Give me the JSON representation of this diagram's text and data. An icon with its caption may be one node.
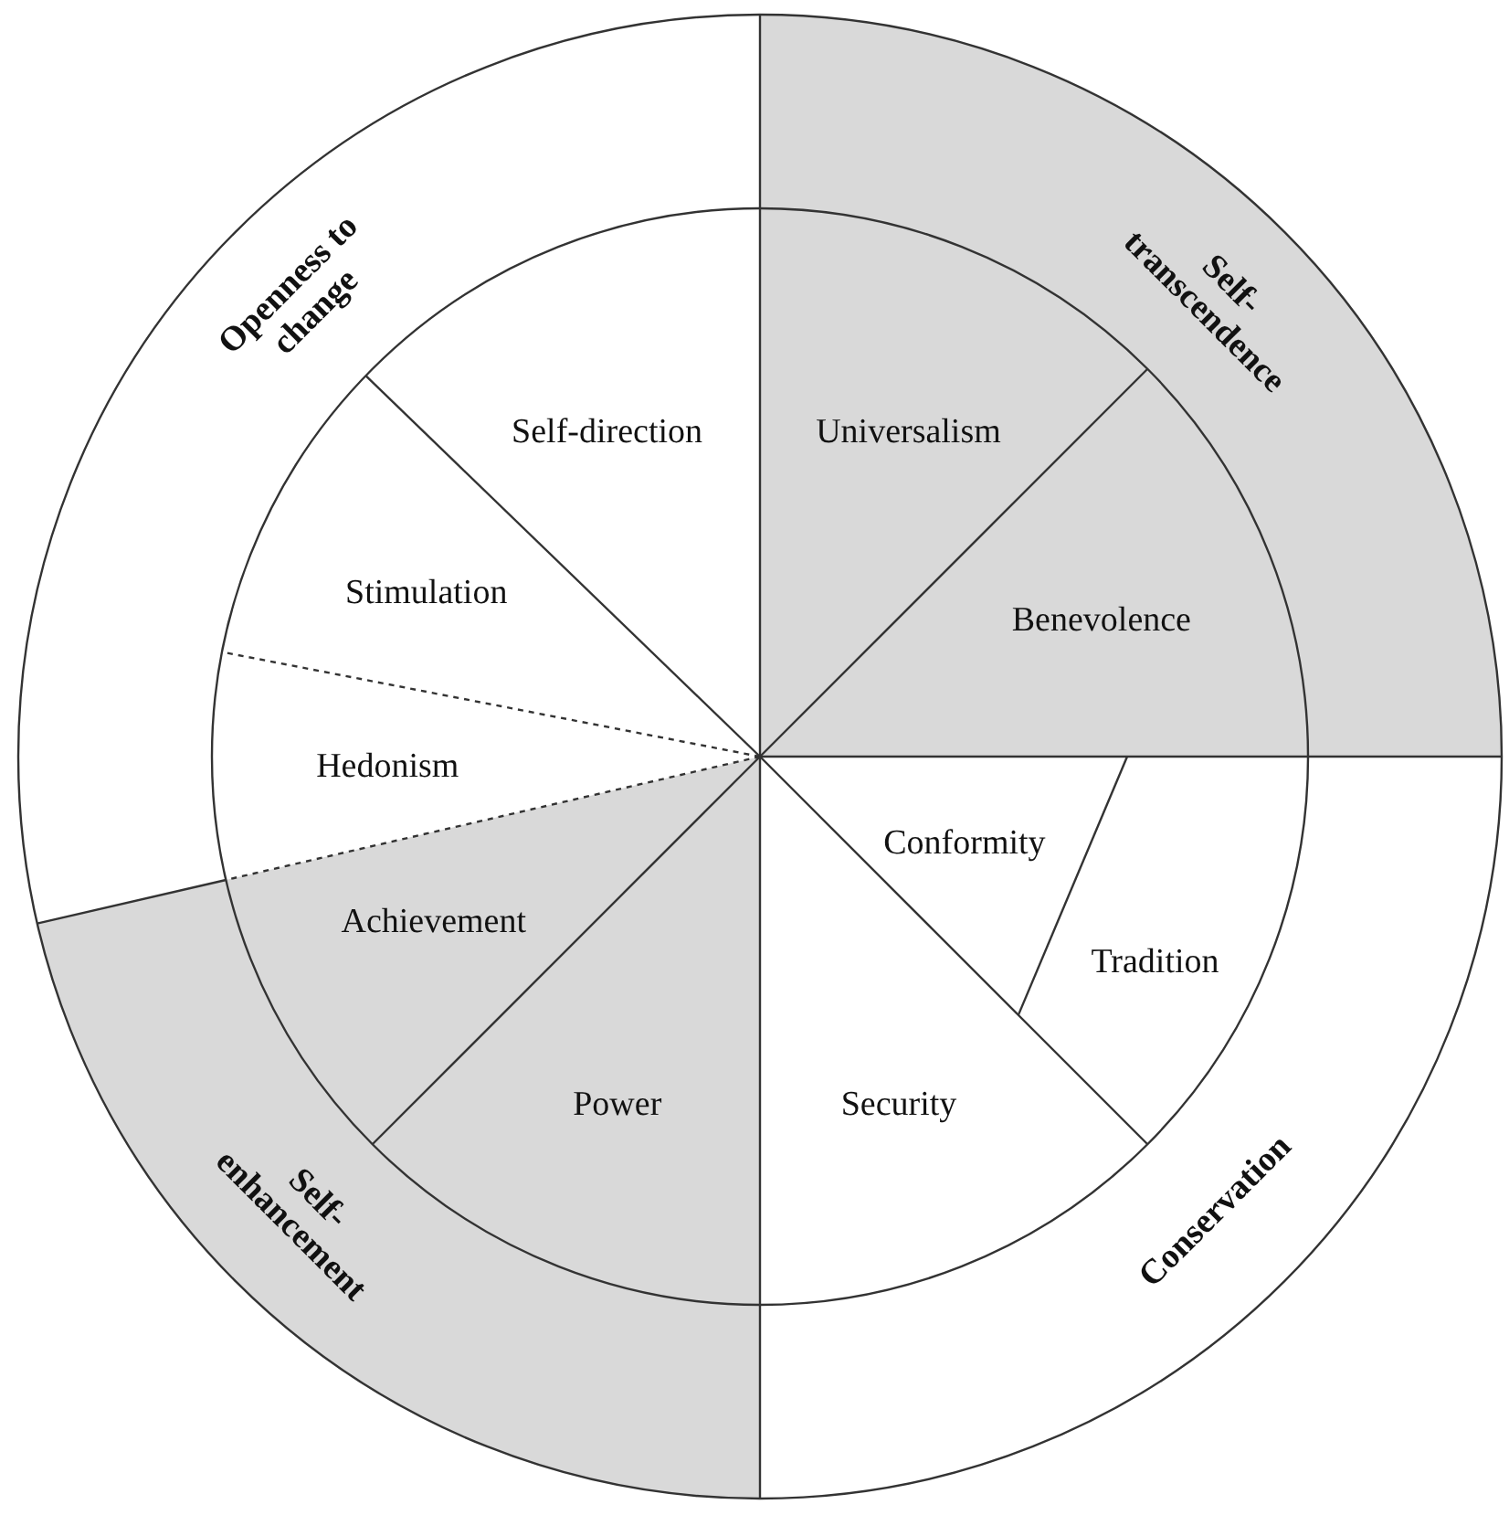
{
  "diagram": {
    "nodes": [
      {
        "text": [
          "Openness to change"
        ]
      },
      {
        "text": [
          "Self-transcendence"
        ]
      },
      {
        "text": [
          "Self-direction"
        ]
      },
      {
        "text": [
          "Universalism"
        ]
      },
      {
        "text": [
          "Stimulation"
        ]
      },
      {
        "text": [
          "Benevolence"
        ]
      },
      {
        "text": [
          "Hedonism"
        ]
      },
      {
        "text": [
          "Conformity"
        ]
      },
      {
        "text": [
          "Achievement"
        ]
      },
      {
        "text": [
          "Tradition"
        ]
      },
      {
        "text": [
          "Power"
        ]
      },
      {
        "text": [
          "Security"
        ]
      },
      {
        "text": [
          "Self-enhancement"
        ]
      },
      {
        "text": [
          "Conservation"
        ]
      }
    ]
  }
}
